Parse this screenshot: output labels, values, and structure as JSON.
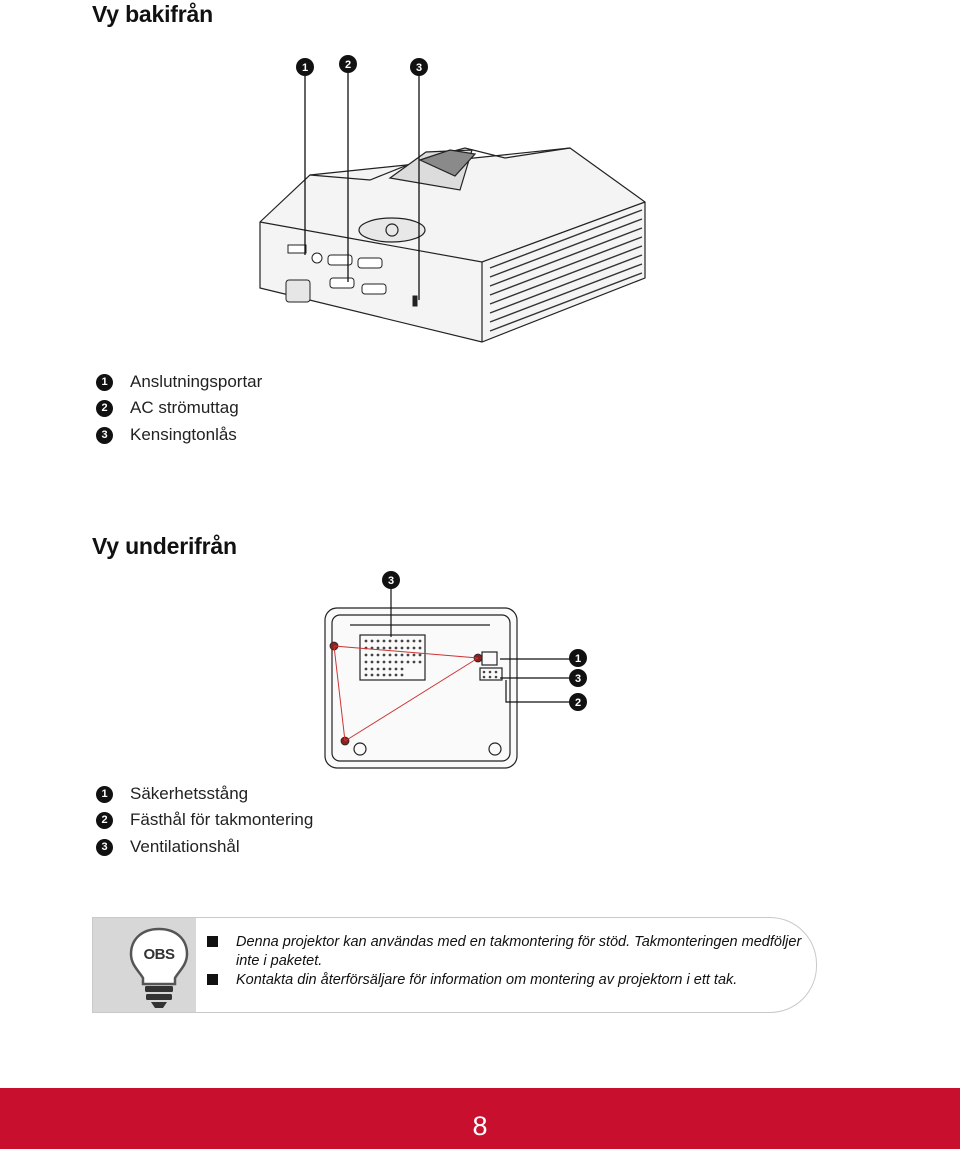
{
  "rear_view": {
    "title": "Vy bakifrån",
    "callouts": [
      "1",
      "2",
      "3"
    ],
    "legend": [
      {
        "num": "1",
        "label": "Anslutningsportar"
      },
      {
        "num": "2",
        "label": "AC strömuttag"
      },
      {
        "num": "3",
        "label": "Kensingtonlås"
      }
    ]
  },
  "bottom_view": {
    "title": "Vy underifrån",
    "callouts": {
      "top": "3",
      "right_a": "1",
      "right_b": "3",
      "right_c": "2"
    },
    "legend": [
      {
        "num": "1",
        "label": "Säkerhetsstång"
      },
      {
        "num": "2",
        "label": "Fästhål för takmontering"
      },
      {
        "num": "3",
        "label": "Ventilationshål"
      }
    ]
  },
  "note": {
    "badge": "OBS",
    "items": [
      "Denna projektor kan användas med en takmontering för stöd. Takmonteringen medföljer inte i paketet.",
      "Kontakta din återförsäljare för information om montering av projektorn i ett tak."
    ]
  },
  "footer": {
    "page_number": "8",
    "color": "#c8102e"
  }
}
